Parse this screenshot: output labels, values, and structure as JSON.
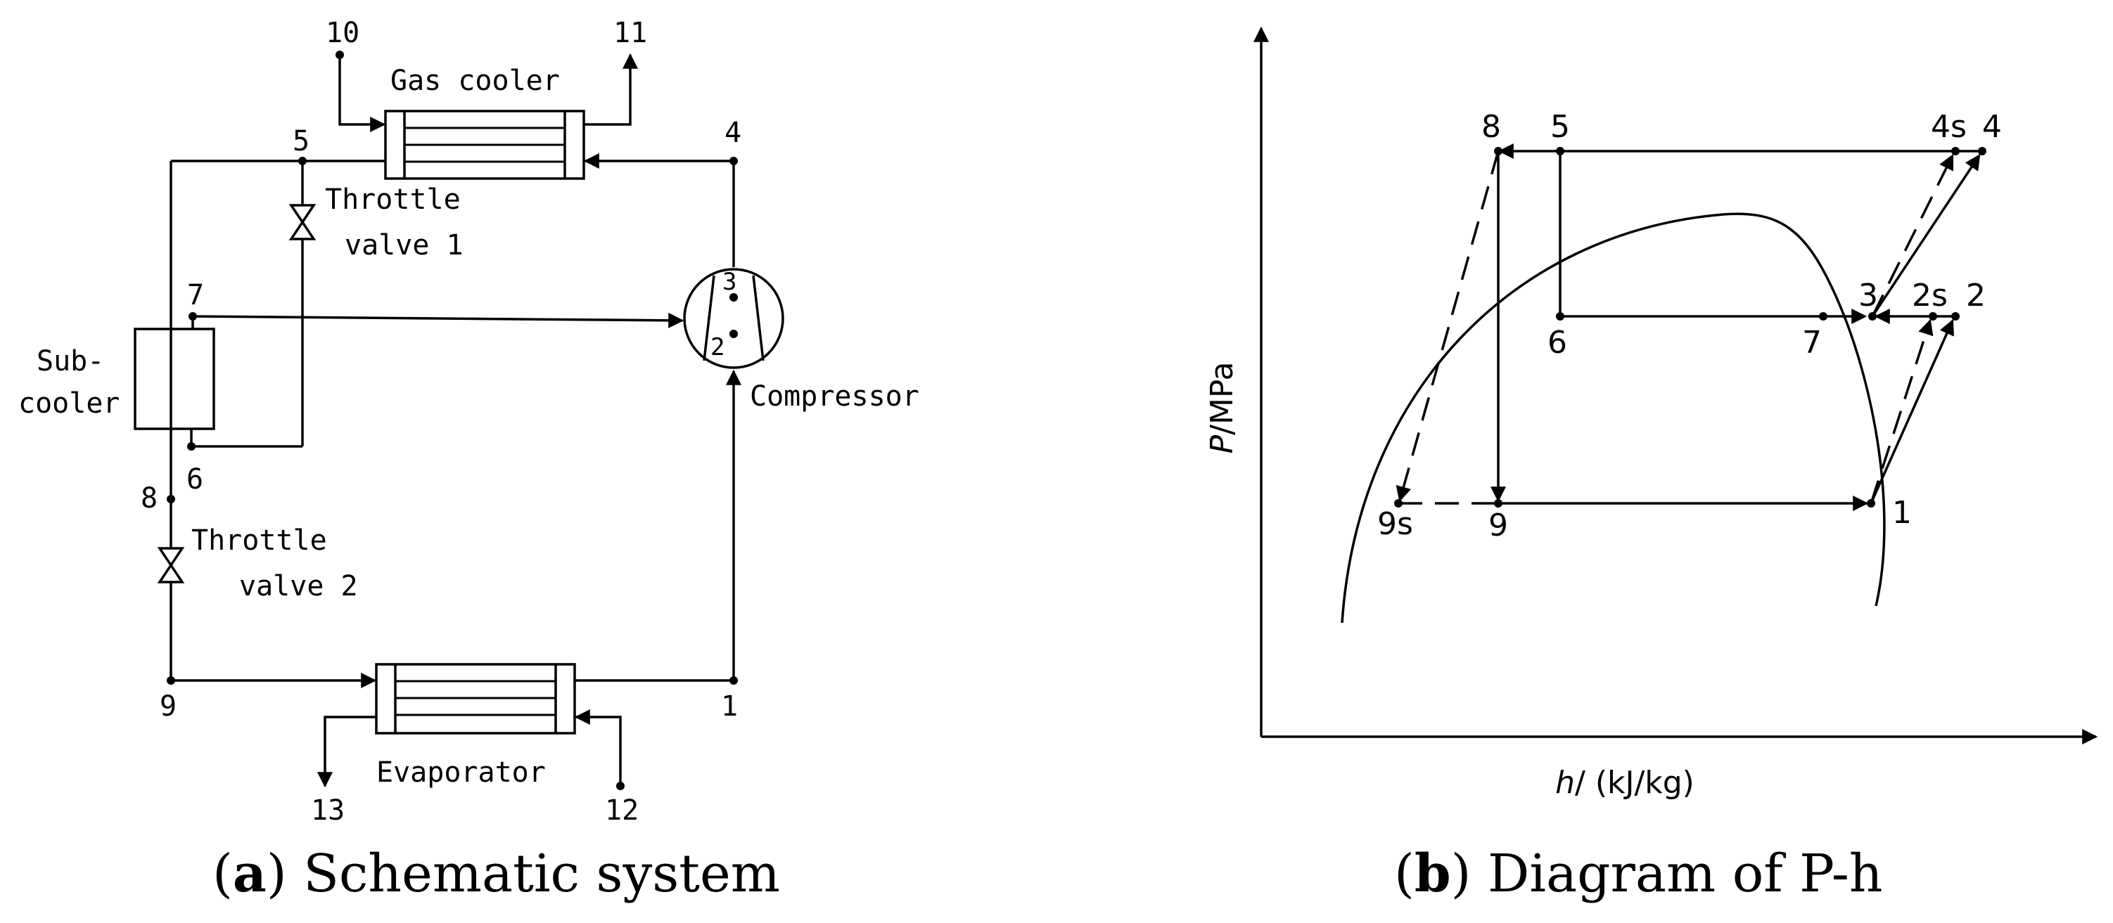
{
  "schematic": {
    "caption_letter": "a",
    "caption_text": "Schematic system",
    "components": {
      "gas_cooler": "Gas cooler",
      "throttle1_line1": "Throttle",
      "throttle1_line2": "valve 1",
      "subcooler_line1": "Sub-",
      "subcooler_line2": "cooler",
      "throttle2_line1": "Throttle",
      "throttle2_line2": "valve 2",
      "compressor": "Compressor",
      "evaporator": "Evaporator"
    },
    "points": {
      "p1": "1",
      "p2": "2",
      "p3": "3",
      "p4": "4",
      "p5": "5",
      "p6": "6",
      "p7": "7",
      "p8": "8",
      "p9": "9",
      "p10": "10",
      "p11": "11",
      "p12": "12",
      "p13": "13"
    }
  },
  "ph_diagram": {
    "caption_letter": "b",
    "caption_text": "Diagram of P-h",
    "y_axis_label_italic": "P",
    "y_axis_label_unit": "/MPa",
    "x_axis_label_italic": "h",
    "x_axis_label_unit": "/ (kJ/kg)",
    "points": {
      "p1": "1",
      "p2": "2",
      "p2s": "2s",
      "p3": "3",
      "p4": "4",
      "p4s": "4s",
      "p5": "5",
      "p6": "6",
      "p7": "7",
      "p8": "8",
      "p9": "9",
      "p9s": "9s"
    }
  }
}
